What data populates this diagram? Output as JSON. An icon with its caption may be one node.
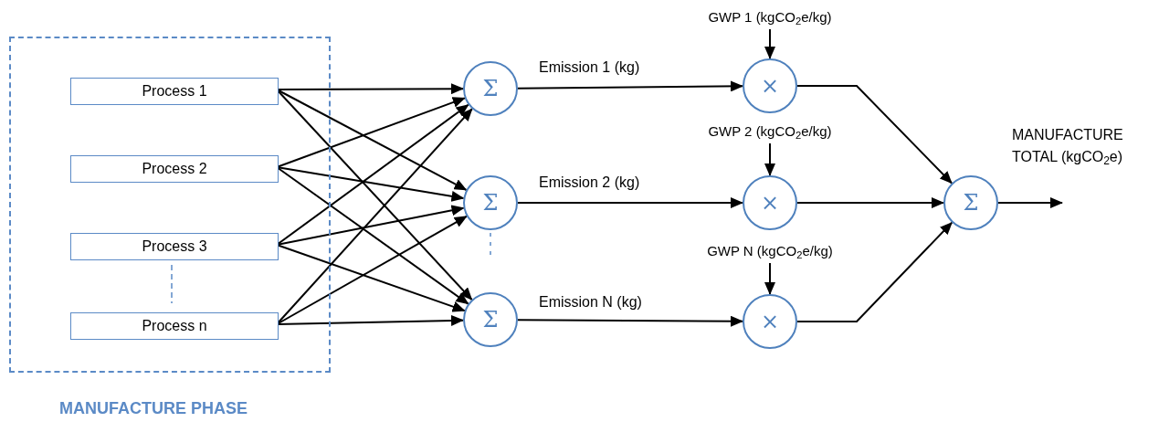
{
  "diagram": {
    "nodes": [
      {
        "text": [],
        "shape": "box"
      },
      {
        "text": [
          "Process 1"
        ],
        "in": 0
      },
      {
        "text": [
          "Process 2"
        ],
        "in": 0
      },
      {
        "text": [
          "Process 3"
        ],
        "in": 0
      },
      {
        "text": [
          "Process n"
        ],
        "in": 0
      },
      {
        "text": [
          "Σ"
        ]
      },
      {
        "text": [
          "Σ"
        ]
      },
      {
        "text": [
          "Σ"
        ]
      },
      {
        "text": [
          "×"
        ]
      },
      {
        "text": [
          "×"
        ]
      },
      {
        "text": [
          "×"
        ]
      },
      {
        "text": [
          "Σ"
        ]
      },
      {
        "text": [
          "GWP 1 (kgCO$_{2}$e/kg)"
        ]
      },
      {
        "text": [
          "GWP 2 (kgCO$_{2}$e/kg)"
        ]
      },
      {
        "text": [
          "GWP N (kgCO$_{2}$e/kg)"
        ]
      }
    ],
    "edges": [
      {
        "from": 1,
        "to": 5,
        "arrow": "to"
      },
      {
        "from": 1,
        "to": 6,
        "arrow": "to"
      },
      {
        "from": 1,
        "to": 7,
        "arrow": "to"
      },
      {
        "from": 2,
        "to": 5,
        "arrow": "to"
      },
      {
        "from": 2,
        "to": 6,
        "arrow": "to"
      },
      {
        "from": 2,
        "to": 7,
        "arrow": "to"
      },
      {
        "from": 3,
        "to": 5,
        "arrow": "to"
      },
      {
        "from": 3,
        "to": 6,
        "arrow": "to"
      },
      {
        "from": 3,
        "to": 7,
        "arrow": "to"
      },
      {
        "from": 4,
        "to": 5,
        "arrow": "to"
      },
      {
        "from": 4,
        "to": 6,
        "arrow": "to"
      },
      {
        "from": 4,
        "to": 7,
        "arrow": "to"
      },
      {
        "from": 5,
        "to": 8,
        "arrow": "to",
        "label": "Emission 1 (kg)"
      },
      {
        "from": 6,
        "to": 9,
        "arrow": "to",
        "label": "Emission 2 (kg)"
      },
      {
        "from": 7,
        "to": 10,
        "arrow": "to",
        "label": "Emission N (kg)"
      },
      {
        "from": 12,
        "to": 8,
        "arrow": "to"
      },
      {
        "from": 13,
        "to": 9,
        "arrow": "to"
      },
      {
        "from": 14,
        "to": 10,
        "arrow": "to"
      },
      {
        "from": 8,
        "to": 11,
        "arrow": "to"
      },
      {
        "from": 9,
        "to": 11,
        "arrow": "to"
      },
      {
        "from": 10,
        "to": 11,
        "arrow": "to"
      },
      {
        "from": 11,
        "to": null,
        "arrow": "to",
        "label": "MANUFACTURE TOTAL (kgCO$_{2}$e)"
      }
    ],
    "labels": [
      "MANUFACTURE PHASE"
    ]
  }
}
